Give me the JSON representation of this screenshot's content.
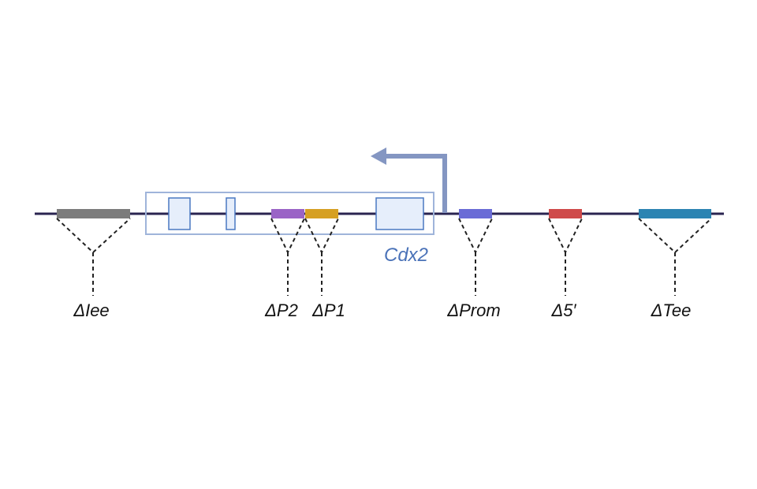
{
  "colors": {
    "backbone": "#2a2450",
    "gene_box": "#9fb4da",
    "exon_fill": "#e6eefb",
    "exon_stroke": "#4a78c2",
    "arrow": "#8496c2",
    "gene_label": "#4a72b8",
    "deletion_label": "#111111",
    "connector": "#222222"
  },
  "gene": {
    "name": "Cdx2",
    "exon_count": 3,
    "transcription_direction": "leftward"
  },
  "deletions": [
    {
      "id": "lee",
      "label": "ΔIee",
      "color": "#7c7c7c"
    },
    {
      "id": "p2",
      "label": "ΔP2",
      "color": "#9a63c6"
    },
    {
      "id": "p1",
      "label": "ΔP1",
      "color": "#d6a023"
    },
    {
      "id": "prom",
      "label": "ΔProm",
      "color": "#6a6cd6"
    },
    {
      "id": "5p",
      "label": "Δ5′",
      "color": "#cf4a4a"
    },
    {
      "id": "tee",
      "label": "ΔTee",
      "color": "#2c84b2"
    }
  ]
}
